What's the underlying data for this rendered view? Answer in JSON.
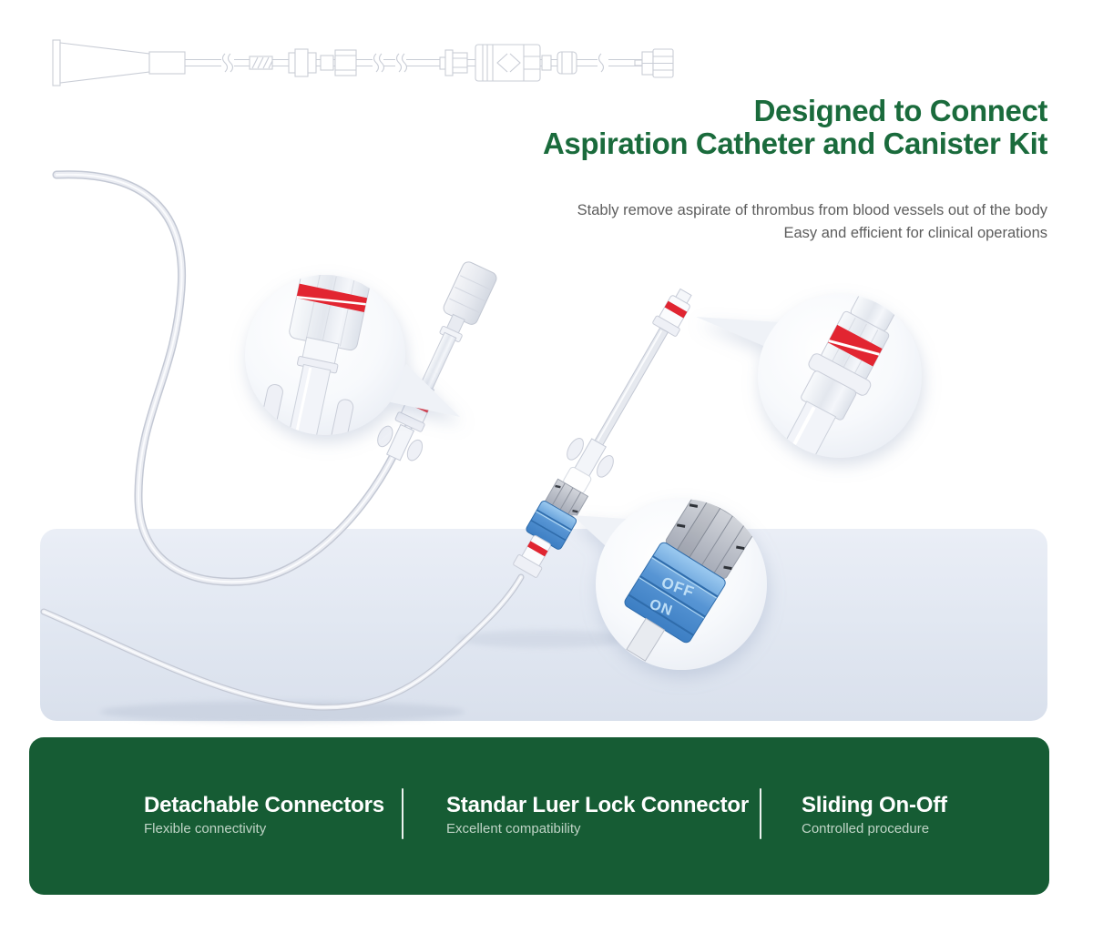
{
  "hero": {
    "title_line1": "Designed to Connect",
    "title_line2": "Aspiration Catheter and Canister Kit",
    "subtitle_line1": "Stably remove aspirate of thrombus from blood vessels out of the body",
    "subtitle_line2": "Easy and efficient for clinical operations"
  },
  "colors": {
    "heading_green": "#1a6b3c",
    "panel_green": "#165c34",
    "subtitle_gray": "#5d5d5d",
    "accent_red": "#e02531",
    "valve_blue": "#4d94d8",
    "line_drawing_gray": "#c9cdd6"
  },
  "callouts": {
    "sliding_valve": {
      "off_label": "OFF",
      "on_label": "ON"
    }
  },
  "features": [
    {
      "title": "Detachable Connectors",
      "subtitle": "Flexible connectivity"
    },
    {
      "title": "Standar Luer Lock Connector",
      "subtitle": "Excellent compatibility"
    },
    {
      "title": "Sliding On-Off",
      "subtitle": "Controlled procedure"
    }
  ]
}
